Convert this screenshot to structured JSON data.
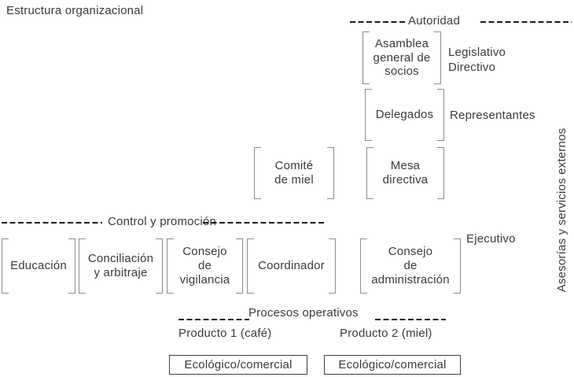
{
  "page": {
    "title": "Estructura organizacional"
  },
  "sections": {
    "autoridad": "Autoridad",
    "control": "Control y promoción",
    "procesos": "Procesos operativos"
  },
  "nodes": {
    "asamblea": {
      "label": "Asamblea\ngeneral de\nsocios"
    },
    "delegados": {
      "label": "Delegados"
    },
    "comite_miel": {
      "label": "Comité\nde miel"
    },
    "mesa_directiva": {
      "label": "Mesa\ndirectiva"
    },
    "educacion": {
      "label": "Educación"
    },
    "conciliacion": {
      "label": "Conciliación\ny arbitraje"
    },
    "vigilancia": {
      "label": "Consejo\nde\nvigilancia"
    },
    "coordinador": {
      "label": "Coordinador"
    },
    "administracion": {
      "label": "Consejo\nde\nadministración"
    }
  },
  "side_labels": {
    "legislativo": "Legislativo\nDirectivo",
    "representantes": "Representantes",
    "ejecutivo": "Ejecutivo",
    "asesorias": "Asesorías y servicios externos"
  },
  "products": {
    "producto1": "Producto 1 (café)",
    "producto2": "Producto 2 (miel)",
    "eco1": "Ecológico/comercial",
    "eco2": "Ecológico/comercial"
  },
  "colors": {
    "text": "#3a3a3e",
    "bracket": "#8c8c8c",
    "dash": "#1b1b1b",
    "box_border": "#3f3f41",
    "background": "#ffffff"
  }
}
